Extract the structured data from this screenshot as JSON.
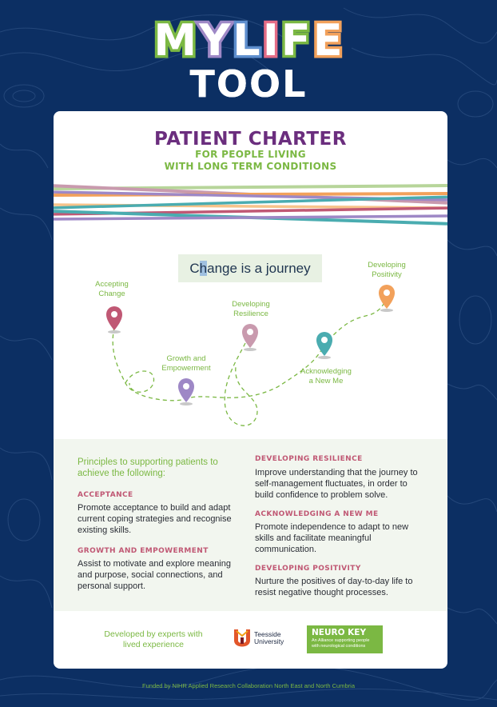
{
  "logo": {
    "line1_letters": [
      "M",
      "Y",
      "L",
      "I",
      "F",
      "E"
    ],
    "line1_colors": [
      "#7bb843",
      "#9e88c6",
      "#5f8fce",
      "#e46c86",
      "#7bb843",
      "#f2a15b"
    ],
    "line2": "TOOL"
  },
  "header": {
    "title": "PATIENT CHARTER",
    "subtitle_line1": "FOR PEOPLE LIVING",
    "subtitle_line2": "WITH LONG TERM CONDITIONS"
  },
  "journey": {
    "title_pre": "C",
    "title_hl": "h",
    "title_post": "ange is a journey",
    "stages": [
      {
        "line1": "Accepting",
        "line2": "Change",
        "color": "#c05874"
      },
      {
        "line1": "Growth and",
        "line2": "Empowerment",
        "color": "#9e88c6"
      },
      {
        "line1": "Developing",
        "line2": "Resilience",
        "color": "#c99aae"
      },
      {
        "line1": "Acknowledging",
        "line2": "a New Me",
        "color": "#4aacb0"
      },
      {
        "line1": "Developing",
        "line2": "Positivity",
        "color": "#f2a15b"
      }
    ]
  },
  "principles": {
    "intro": "Principles to supporting patients to achieve the following:",
    "items": [
      {
        "heading": "ACCEPTANCE",
        "text": "Promote acceptance to build and adapt current coping strategies and recognise existing skills."
      },
      {
        "heading": "GROWTH AND EMPOWERMENT",
        "text": "Assist to motivate and explore meaning and purpose, social connections, and personal support."
      },
      {
        "heading": "DEVELOPING RESILIENCE",
        "text": "Improve understanding that the journey to self-management fluctuates, in order to build confidence to problem solve."
      },
      {
        "heading": "ACKNOWLEDGING A NEW ME",
        "text": "Promote independence to adapt to new skills and facilitate meaningful communication."
      },
      {
        "heading": "DEVELOPING POSITIVITY",
        "text": "Nurture the positives of day-to-day life to resist negative thought processes."
      }
    ]
  },
  "footer": {
    "developed": "Developed by experts with lived experience",
    "teesside_line1": "Teesside",
    "teesside_line2": "University",
    "neuro_title": "NEURO KEY",
    "neuro_sub": "An Alliance supporting people with neurological conditions",
    "funded": "Funded by NIHR Applied Research Collaboration North East and North Cumbria"
  },
  "colors": {
    "background": "#0c2f63",
    "purple": "#6b2e7e",
    "green": "#7bb843",
    "pink": "#c05874"
  }
}
